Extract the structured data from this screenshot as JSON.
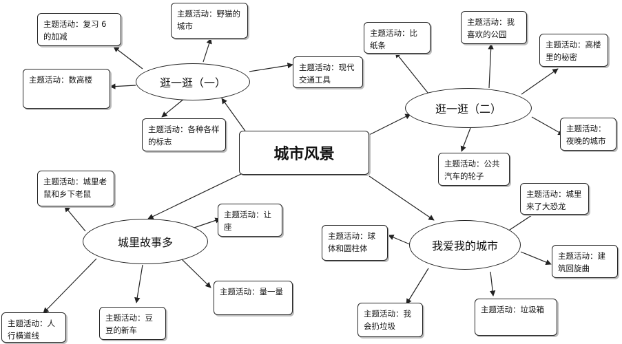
{
  "center": "城市风景",
  "branches": {
    "b1": "逛一逛（一）",
    "b2": "逛一逛（二）",
    "b3": "城里故事多",
    "b4": "我爱我的城市"
  },
  "activities": {
    "a1": "主题活动：复习 6 的加减",
    "a2": "主题活动：野猫的城市",
    "a3": "主题活动：现代交通工具",
    "a4": "主题活动：数高楼",
    "a5": "主题活动：各种各样的标志",
    "a6": "主题活动：比纸条",
    "a7": "主题活动：我喜欢的公园",
    "a8": "主题活动：高楼里的秘密",
    "a9": "主题活动：夜晚的城市",
    "a10": "主题活动：公共汽车的轮子",
    "a11": "主题活动：城里老鼠和乡下老鼠",
    "a12": "主题活动：让座",
    "a13": "主题活动：量一量",
    "a14": "主题活动：人行横道线",
    "a15": "主题活动：豆豆的新车",
    "a16": "主题活动：城里来了大恐龙",
    "a17": "主题活动：球体和圆柱体",
    "a18": "主题活动：建筑回旋曲",
    "a19": "主题活动：我会扔垃圾",
    "a20": "主题活动：垃圾箱"
  }
}
